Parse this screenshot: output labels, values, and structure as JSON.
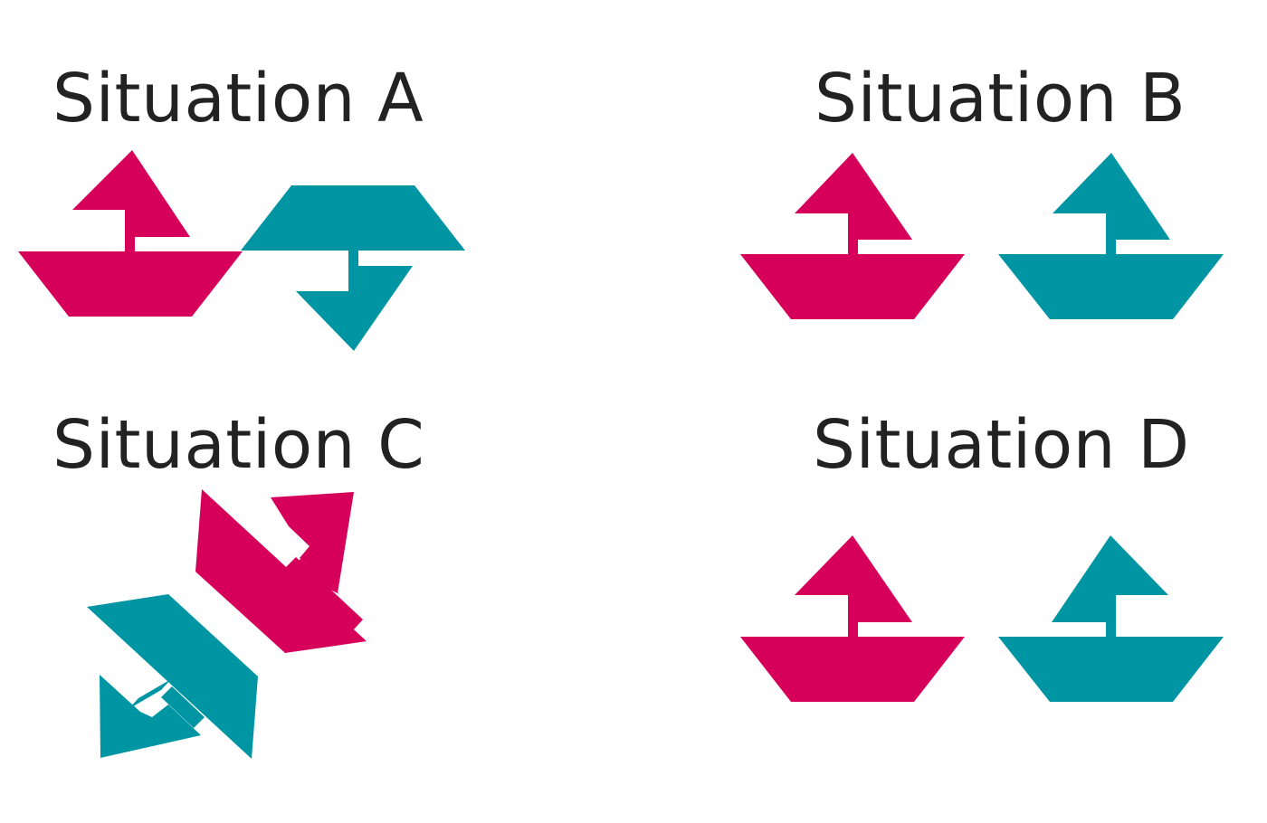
{
  "situations": [
    {
      "id": "a",
      "label": "Situation A"
    },
    {
      "id": "b",
      "label": "Situation B"
    },
    {
      "id": "c",
      "label": "Situation C"
    },
    {
      "id": "d",
      "label": "Situation D"
    }
  ],
  "colors": {
    "boat_magenta": "#D6005A",
    "boat_teal": "#0095A3",
    "text": "#222222",
    "background": "#FFFFFF"
  },
  "icons": {
    "boat": "boat-icon"
  }
}
